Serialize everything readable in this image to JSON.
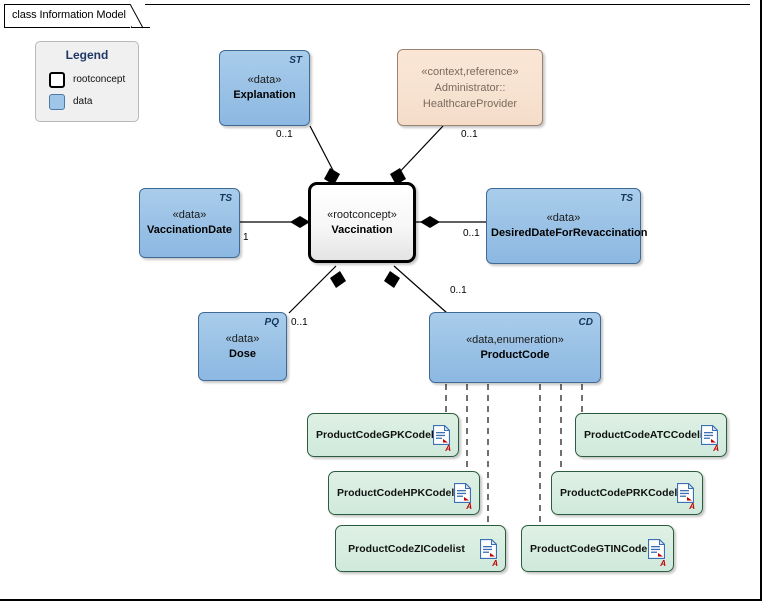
{
  "frame": {
    "tab_label": "class Information Model"
  },
  "legend": {
    "title": "Legend",
    "items": [
      {
        "label": "rootconcept",
        "swatch": "rootconcept-swatch"
      },
      {
        "label": "data",
        "swatch": "data-swatch"
      }
    ]
  },
  "colors": {
    "data_fill": "#9cc3e6",
    "data_border": "#3f6a96",
    "root_fill": "#f7f7f7",
    "root_border": "#000000",
    "context_fill": "#f8e3d2",
    "context_border": "#9a8472",
    "codelist_fill": "#d7eee0",
    "codelist_border": "#2b5c3f",
    "legend_title": "#1f3864",
    "connector": "#000000"
  },
  "nodes": {
    "explanation": {
      "stereotype": "«data»",
      "name": "Explanation",
      "corner_type": "ST"
    },
    "healthcare_provider": {
      "stereotype": "«context,reference»",
      "name_line1": "Administrator::",
      "name_line2": "HealthcareProvider"
    },
    "vaccination_date": {
      "stereotype": "«data»",
      "name": "VaccinationDate",
      "corner_type": "TS"
    },
    "vaccination": {
      "stereotype": "«rootconcept»",
      "name": "Vaccination"
    },
    "desired_date": {
      "stereotype": "«data»",
      "name": "DesiredDateForRevaccination",
      "corner_type": "TS"
    },
    "dose": {
      "stereotype": "«data»",
      "name": "Dose",
      "corner_type": "PQ"
    },
    "product_code": {
      "stereotype": "«data,enumeration»",
      "name": "ProductCode",
      "corner_type": "CD"
    }
  },
  "codelists": [
    {
      "name": "ProductCodeGPKCodelist",
      "marker": "A"
    },
    {
      "name": "ProductCodeATCCodelist",
      "marker": "A"
    },
    {
      "name": "ProductCodeHPKCodelist",
      "marker": "A"
    },
    {
      "name": "ProductCodePRKCodelist",
      "marker": "A"
    },
    {
      "name": "ProductCodeZICodelist",
      "marker": "A"
    },
    {
      "name": "ProductCodeGTINCodelist",
      "marker": "A"
    }
  ],
  "multiplicities": {
    "explanation": "0..1",
    "healthcare_provider": "0..1",
    "vaccination_date": "1",
    "desired_date": "0..1",
    "dose": "0..1",
    "product_code": "0..1"
  }
}
